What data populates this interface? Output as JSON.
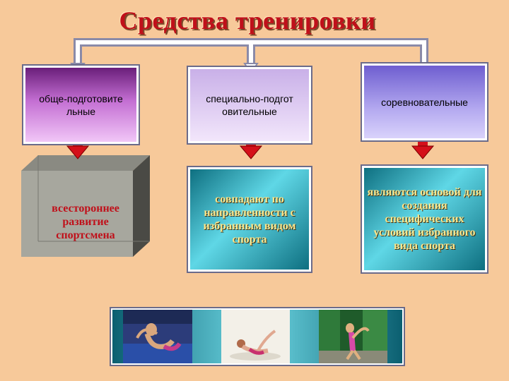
{
  "title": "Средства тренировки",
  "categories": {
    "general": {
      "label": "обще-подготовите льные"
    },
    "special": {
      "label": "специально-подгот овительные"
    },
    "competitive": {
      "label": "соревновательные"
    }
  },
  "descriptions": {
    "general": "всестороннее развитие спортсмена",
    "special": "совпадают по направленности с избранным видом спорта",
    "competitive": "являются основой для создания специфических условий избранного вида спорта"
  },
  "photos": [
    "gymnast-photo-1",
    "gymnast-photo-2",
    "gymnast-photo-3"
  ],
  "colors": {
    "background": "#f7c99a",
    "title": "#c0101a",
    "arrow": "#d4101a",
    "cyan_text": "#fbe58a"
  }
}
